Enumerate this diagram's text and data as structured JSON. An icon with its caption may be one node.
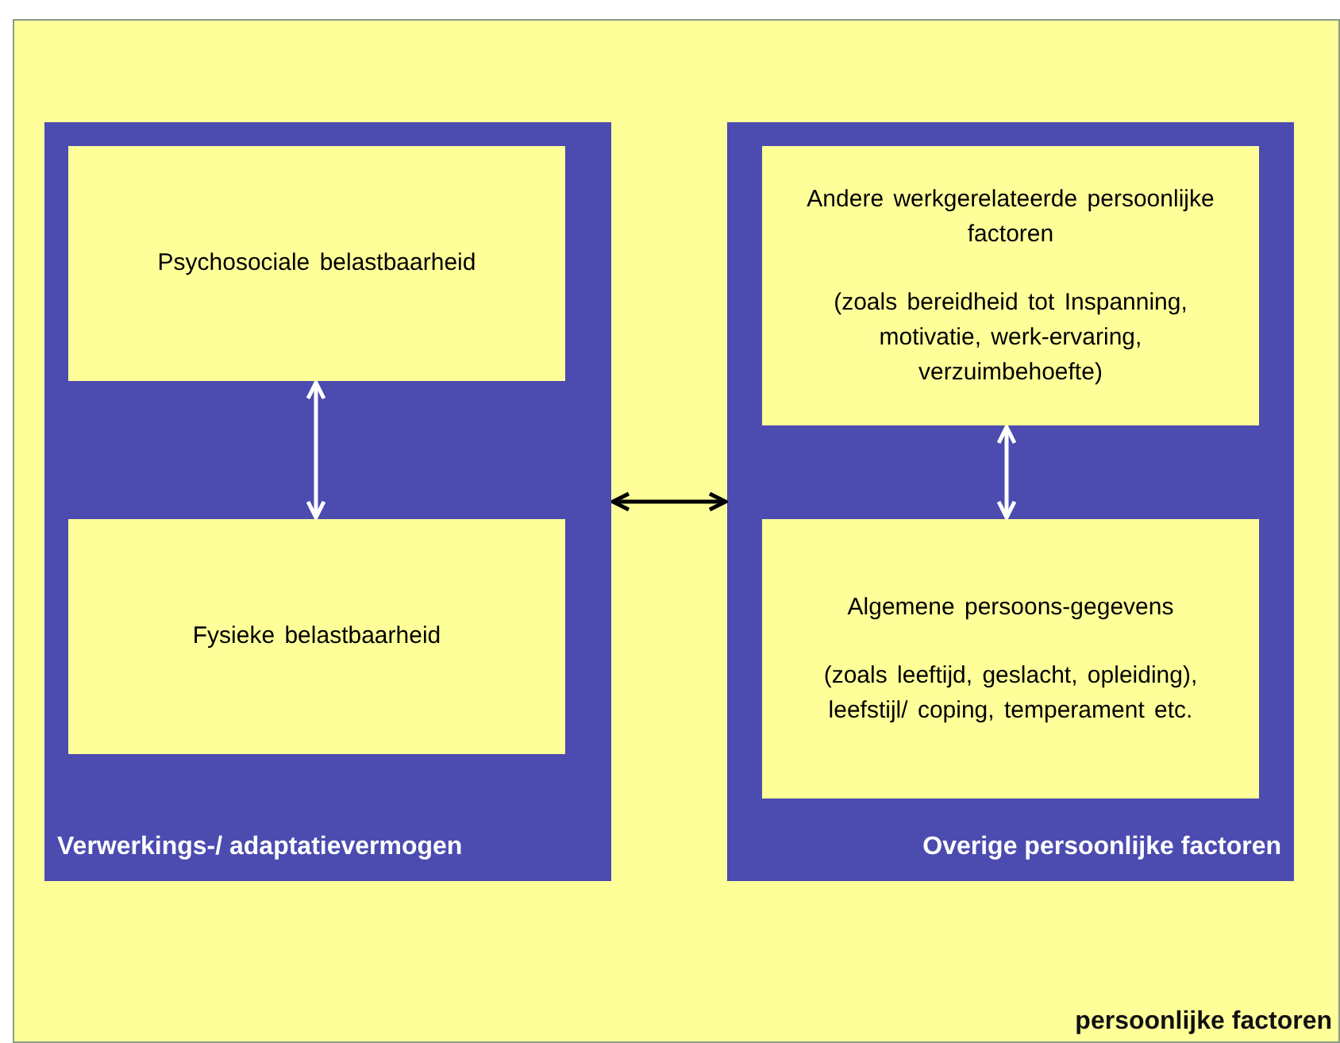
{
  "diagram": {
    "nodes": [
      {
        "text": [
          "persoonlijke factoren"
        ]
      },
      {
        "text": [
          "Verwerkings-/ adaptatievermogen"
        ],
        "in": 0
      },
      {
        "text": [
          "Psychosociale belastbaarheid"
        ],
        "in": 1
      },
      {
        "text": [
          "Fysieke belastbaarheid"
        ],
        "in": 1
      },
      {
        "text": [
          "Overige persoonlijke factoren"
        ],
        "in": 0
      },
      {
        "text": [
          "Andere werkgerelateerde persoonlijke factoren",
          "(zoals bereidheid tot Inspanning, motivatie, werk-ervaring, verzuimbehoefte)"
        ],
        "in": 4
      },
      {
        "text": [
          "Algemene persoons-gegevens",
          "(zoals leeftijd, geslacht, opleiding), leefstijl/ coping, temperament etc."
        ],
        "in": 4
      }
    ],
    "edges": [
      {
        "from": 2,
        "to": 3,
        "arrow": "both"
      },
      {
        "from": 1,
        "to": 4,
        "arrow": "both",
        "color": "#000000"
      },
      {
        "from": 5,
        "to": 6,
        "arrow": "both"
      }
    ]
  }
}
